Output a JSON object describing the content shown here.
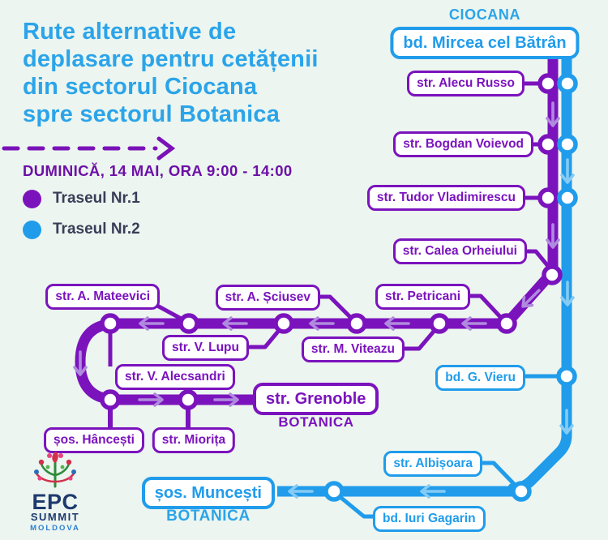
{
  "header": {
    "title_line_1": "Rute alternative de",
    "title_line_2": "deplasare pentru cetățenii",
    "title_line_3": "din sectorul Ciocana",
    "title_line_4": "spre sectorul Botanica",
    "schedule": "DUMINICĂ, 14 MAI, ORA 9:00 - 14:00"
  },
  "legend": {
    "route1_label": "Traseul Nr.1",
    "route2_label": "Traseul Nr.2"
  },
  "map": {
    "district_ciocana": "CIOCANA",
    "district_botanica_route1": "BOTANICA",
    "district_botanica_route2": "BOTANICA",
    "stations": {
      "mircea": "bd. Mircea cel Bătrân",
      "russo": "str. Alecu Russo",
      "voievod": "str. Bogdan Voievod",
      "vladimirescu": "str. Tudor Vladimirescu",
      "orheiului": "str. Calea Orheiului",
      "petricani": "str. Petricani",
      "sciusev": "str. A. Șciusev",
      "mateevici": "str. A. Mateevici",
      "lupu": "str. V. Lupu",
      "viteazu": "str. M. Viteazu",
      "alecsandri": "str. V. Alecsandri",
      "grenoble": "str. Grenoble",
      "hancesti": "șos. Hâncești",
      "miorita": "str. Miorița",
      "vieru": "bd. G. Vieru",
      "albisoara": "str. Albișoara",
      "muncesti": "șos. Muncești",
      "gagarin": "bd. Iuri Gagarin"
    }
  },
  "logo": {
    "name": "EPC",
    "sub": "SUMMIT",
    "country": "MOLDOVA"
  },
  "colors": {
    "background": "#ecf5ef",
    "route1_purple": "#7b13bd",
    "route2_blue": "#209ceb",
    "title_blue": "#2ba4e9",
    "schedule_purple": "#6d0fa8",
    "legend_text": "#3a3d58",
    "arrow_on_route1": "#b08ade",
    "arrow_on_route2": "#85cbf5"
  }
}
